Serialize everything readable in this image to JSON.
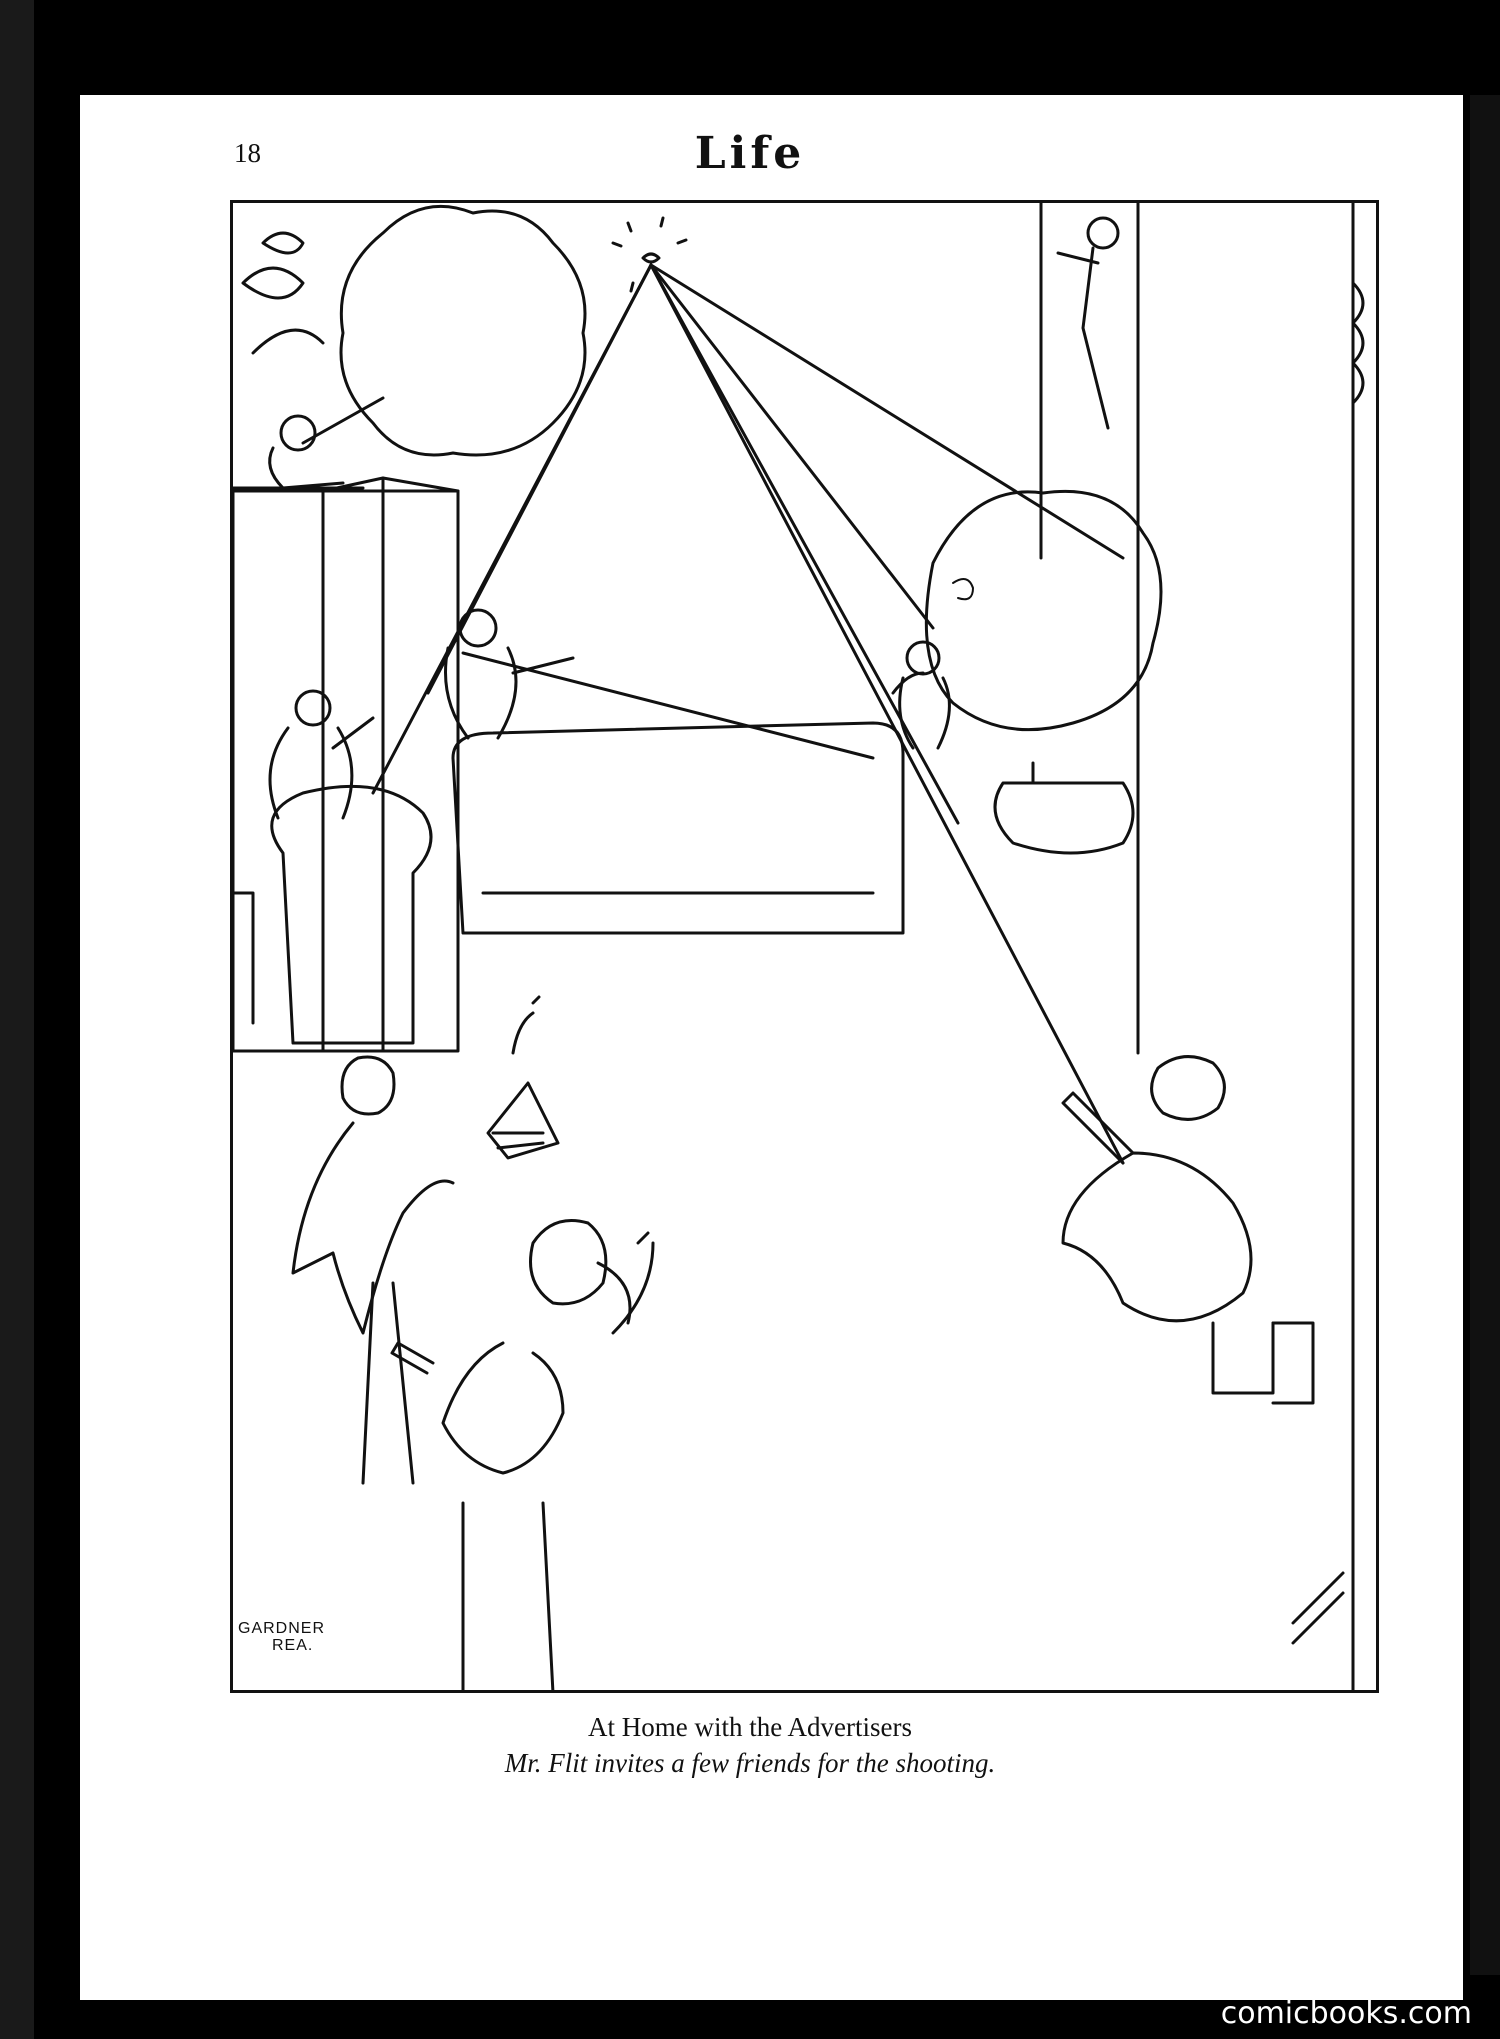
{
  "page": {
    "number": "18",
    "masthead": "Life"
  },
  "cartoon": {
    "signature": [
      "GARDNER",
      "REA."
    ],
    "caption_title": "At Home with the Advertisers",
    "caption_subtitle": "Mr. Flit invites a few friends for the shooting."
  },
  "watermark": "comicbooks.com",
  "colors": {
    "scan_background": "#000000",
    "paper": "#ffffff",
    "ink": "#111111"
  }
}
